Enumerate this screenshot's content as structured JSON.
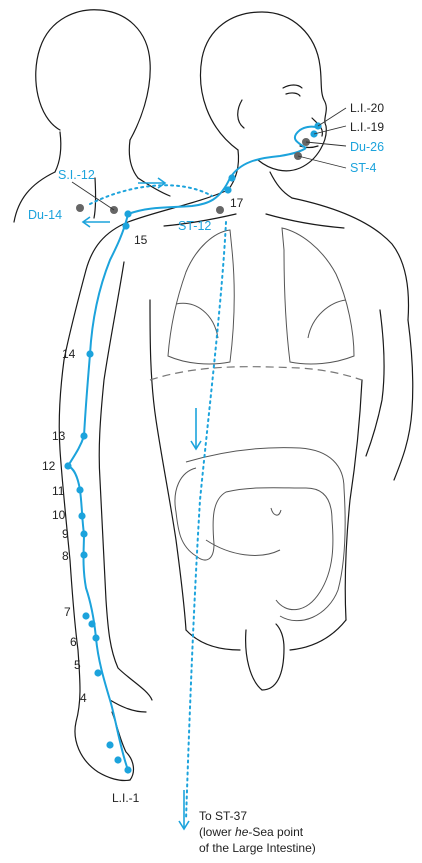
{
  "colors": {
    "channel": "#1ca3dc",
    "grey_point": "#666666",
    "outline": "#1a1a1a"
  },
  "labels": {
    "li20": "L.I.-20",
    "li19": "L.I.-19",
    "du26": "Du-26",
    "st4": "ST-4",
    "si12": "S.I.-12",
    "du14": "Du-14",
    "n17": "17",
    "st12": "ST-12",
    "n15": "15",
    "n14": "14",
    "n13": "13",
    "n12": "12",
    "n11": "11",
    "n10": "10",
    "n9": "9",
    "n8": "8",
    "n7": "7",
    "n6": "6",
    "n5": "5",
    "n4": "4",
    "li1": "L.I.-1"
  },
  "footnote": {
    "line1": "To ST-37",
    "line2_pre": "(lower ",
    "line2_em": "he",
    "line2_post": "-Sea point",
    "line3": "of the Large Intestine)"
  }
}
